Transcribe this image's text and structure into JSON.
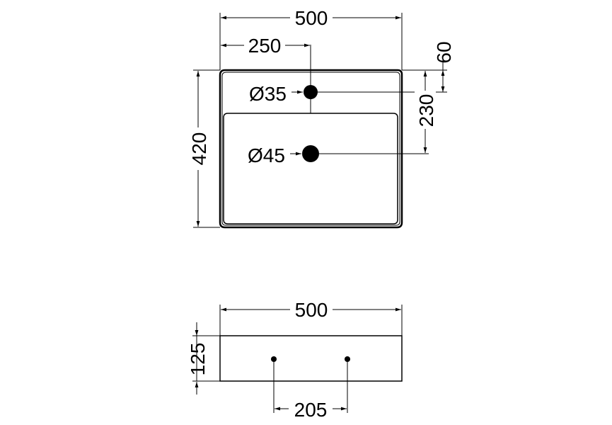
{
  "top_view": {
    "overall_width": "500",
    "tap_hole_offset": "250",
    "tap_hole_top_offset": "60",
    "tap_hole_diameter": "Ø35",
    "waste_hole_offset": "230",
    "waste_hole_diameter": "Ø45",
    "overall_depth": "420"
  },
  "front_view": {
    "overall_width": "500",
    "height": "125",
    "fixing_spacing": "205"
  },
  "colors": {
    "line": "#000000",
    "background": "#ffffff"
  }
}
